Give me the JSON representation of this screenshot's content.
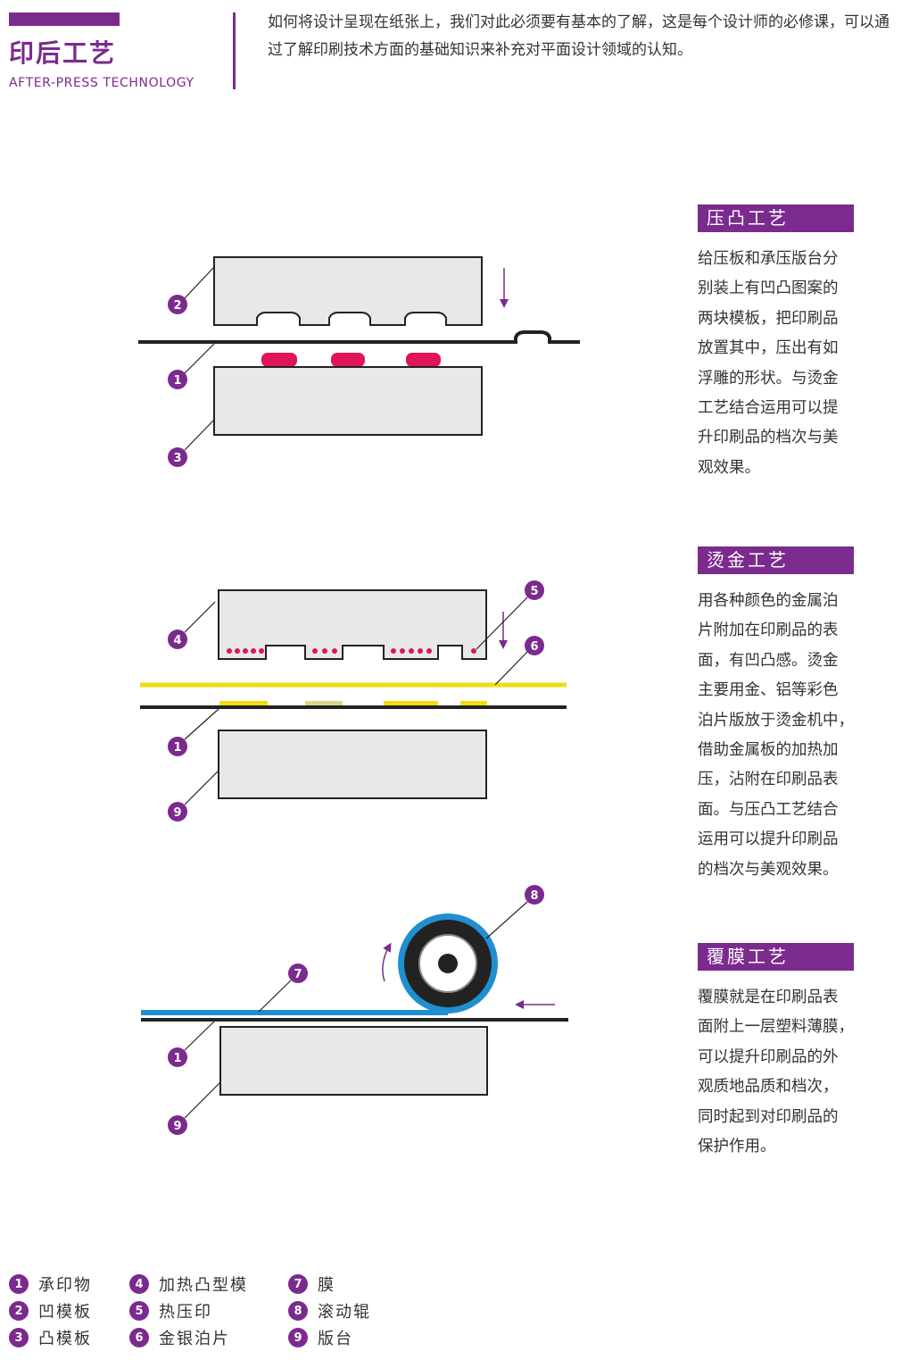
{
  "header": {
    "title": "印后工艺",
    "subtitle": "AFTER-PRESS TECHNOLOGY",
    "intro": "如何将设计呈现在纸张上，我们对此必须要有基本的了解，这是每个设计师的必修课，可以通过了解印刷技术方面的基础知识来补充对平面设计领域的认知。"
  },
  "sections": [
    {
      "title": "压凸工艺",
      "body": "给压板和承压版台分\n别装上有凹凸图案的\n两块模板，把印刷品\n放置其中，压出有如\n浮雕的形状。与烫金\n工艺结合运用可以提\n升印刷品的档次与美\n观效果。"
    },
    {
      "title": "烫金工艺",
      "body": "用各种颜色的金属泊\n片附加在印刷品的表\n面，有凹凸感。烫金\n主要用金、铝等彩色\n泊片版放于烫金机中，\n借助金属板的加热加\n压，沾附在印刷品表\n面。与压凸工艺结合\n运用可以提升印刷品\n的档次与美观效果。"
    },
    {
      "title": "覆膜工艺",
      "body": "覆膜就是在印刷品表\n面附上一层塑料薄膜，\n可以提升印刷品的外\n观质地品质和档次，\n同时起到对印刷品的\n保护作用。"
    }
  ],
  "diagram_callouts": {
    "embossing": [
      "2",
      "1",
      "3"
    ],
    "hot_stamping": [
      "4",
      "5",
      "6",
      "1",
      "9"
    ],
    "laminating": [
      "8",
      "7",
      "1",
      "9"
    ]
  },
  "legend": [
    {
      "num": "1",
      "label": "承印物"
    },
    {
      "num": "2",
      "label": "凹模板"
    },
    {
      "num": "3",
      "label": "凸模板"
    },
    {
      "num": "4",
      "label": "加热凸型模"
    },
    {
      "num": "5",
      "label": "热压印"
    },
    {
      "num": "6",
      "label": "金银泊片"
    },
    {
      "num": "7",
      "label": "膜"
    },
    {
      "num": "8",
      "label": "滚动辊"
    },
    {
      "num": "9",
      "label": "版台"
    }
  ],
  "colors": {
    "accent": "#7b2a8e",
    "plate": "#e8e8e8",
    "emboss_pad": "#e0145a",
    "foil": "#f2dc0f",
    "foil_light": "#ddd58c",
    "film": "#1f8fcf"
  }
}
